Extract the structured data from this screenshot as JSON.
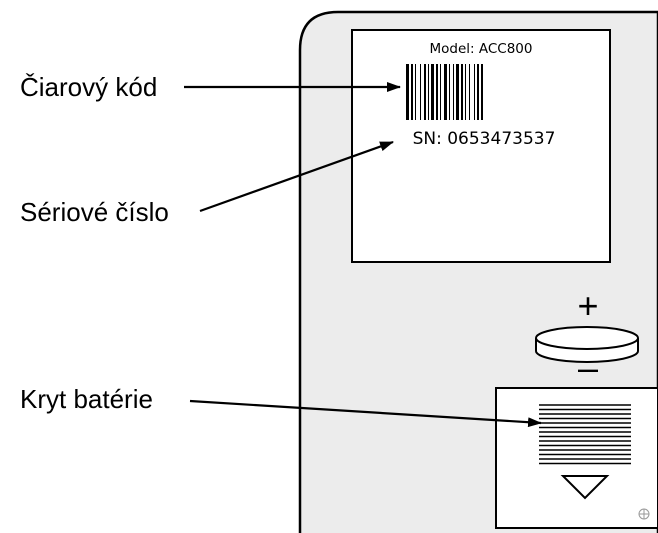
{
  "callouts": {
    "barcode": "Čiarový kód",
    "serial": "Sériové číslo",
    "battery_cover": "Kryt batérie"
  },
  "label": {
    "model": "Model: ACC800",
    "serial_number": "SN: 0653473537"
  },
  "battery": {
    "plus": "+",
    "minus": "–"
  },
  "colors": {
    "device_fill": "#ececec",
    "outline": "#000000",
    "label_fill": "#ffffff"
  }
}
